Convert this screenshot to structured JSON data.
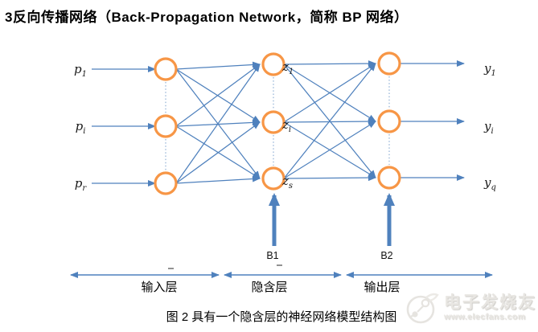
{
  "title": "3反向传播网络（Back-Propagation Network，简称 BP 网络）",
  "caption": "图 2 具有一个隐含层的神经网络模型结构图",
  "network": {
    "input_labels": [
      {
        "main": "p",
        "sub": "1"
      },
      {
        "main": "p",
        "sub": "i"
      },
      {
        "main": "p",
        "sub": "r"
      }
    ],
    "hidden_labels": [
      {
        "main": "z",
        "sub": "1"
      },
      {
        "main": "z",
        "sub": "i"
      },
      {
        "main": "z",
        "sub": "s"
      }
    ],
    "output_labels": [
      {
        "main": "y",
        "sub": "1"
      },
      {
        "main": "y",
        "sub": "i"
      },
      {
        "main": "y",
        "sub": "q"
      }
    ],
    "bias_labels": [
      "B1",
      "B2"
    ]
  },
  "layer_captions": [
    "输入层",
    "隐含层",
    "输出层"
  ],
  "colors": {
    "node": "#F79646",
    "edge": "#4F81BD",
    "watermark": "#e8e6e2"
  },
  "watermark": {
    "brand": "电子发烧友",
    "url": "www.elecfans.com"
  }
}
